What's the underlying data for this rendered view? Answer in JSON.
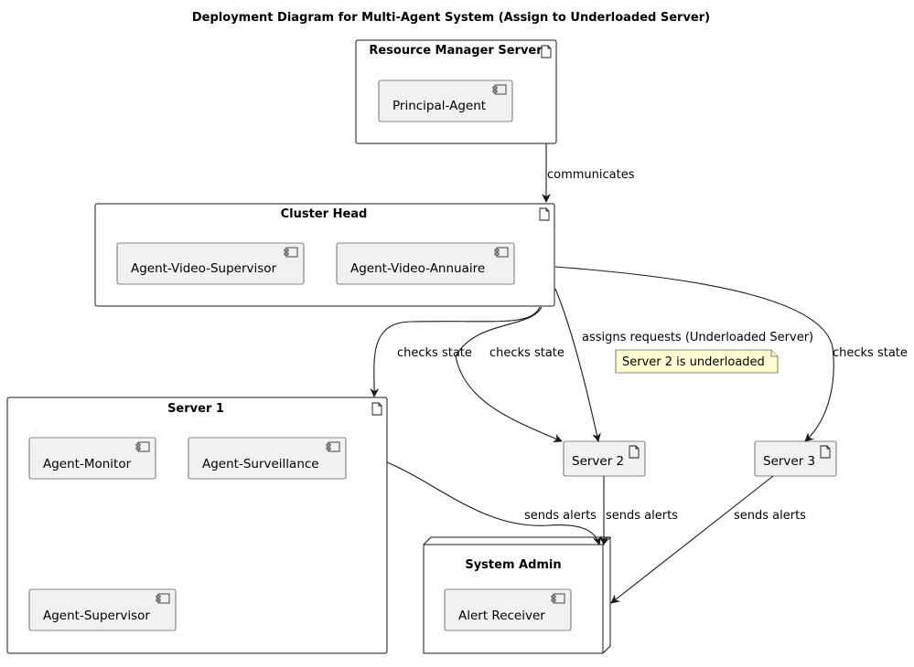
{
  "title": "Deployment Diagram for Multi-Agent System (Assign to Underloaded Server)",
  "nodes": {
    "resource_manager": {
      "label": "Resource Manager Server",
      "components": [
        "Principal-Agent"
      ]
    },
    "cluster_head": {
      "label": "Cluster Head",
      "components": [
        "Agent-Video-Supervisor",
        "Agent-Video-Annuaire"
      ]
    },
    "server1": {
      "label": "Server 1",
      "components": [
        "Agent-Monitor",
        "Agent-Surveillance",
        "Agent-Supervisor"
      ]
    },
    "server2": {
      "label": "Server 2"
    },
    "server3": {
      "label": "Server 3"
    },
    "system_admin": {
      "label": "System Admin",
      "components": [
        "Alert Receiver"
      ]
    }
  },
  "edges": {
    "rm_to_ch": "communicates",
    "ch_to_s1": "checks state",
    "ch_to_s2_check": "checks state",
    "ch_to_s2_assign": "assigns requests (Underloaded Server)",
    "ch_to_s3": "checks state",
    "s1_to_admin": "sends alerts",
    "s2_to_admin": "sends alerts",
    "s3_to_admin": "sends alerts"
  },
  "note": "Server 2 is underloaded",
  "colors": {
    "component_fill": "#f1f1f1",
    "note_fill": "#fefece",
    "stroke": "#181818"
  }
}
